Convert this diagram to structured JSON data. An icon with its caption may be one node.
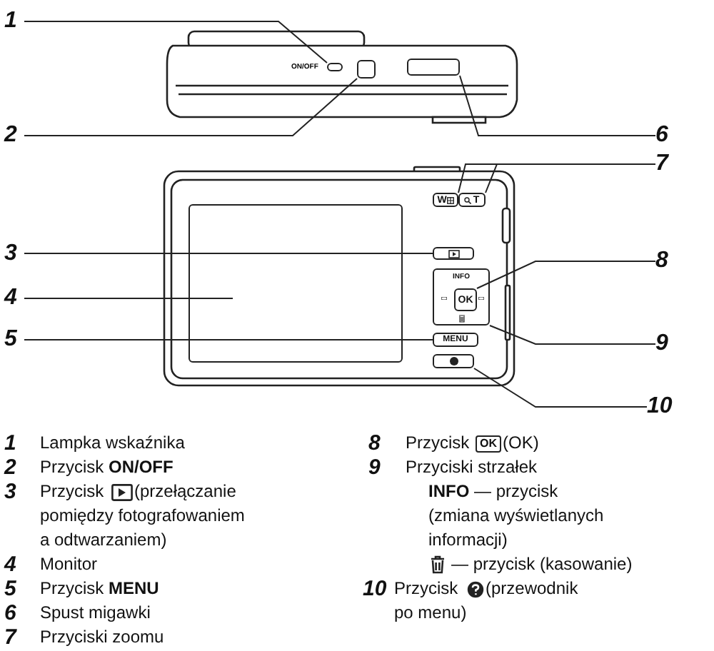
{
  "diagram": {
    "nodes": [
      {
        "text": [
          "1"
        ]
      },
      {
        "text": [
          "2"
        ]
      },
      {
        "text": [
          "6"
        ]
      },
      {
        "text": [],
        "shape": "box",
        "beside": [
          "ON/OFF"
        ]
      },
      {
        "text": [],
        "shape": "box"
      },
      {
        "text": [],
        "shape": "box"
      },
      {
        "text": [
          "7"
        ]
      },
      {
        "text": [
          "W"
        ]
      },
      {
        "text": [
          "T"
        ]
      },
      {
        "text": [
          "3"
        ]
      },
      {
        "text": [
          "8"
        ]
      },
      {
        "text": [
          "4"
        ]
      },
      {
        "text": [],
        "shape": "box"
      },
      {
        "text": [],
        "shape": "box"
      },
      {
        "text": [
          "INFO"
        ]
      },
      {
        "text": [
          "OK"
        ],
        "in": 14
      },
      {
        "text": [
          "5"
        ]
      },
      {
        "text": [
          "MENU"
        ]
      },
      {
        "text": [
          "9"
        ]
      },
      {
        "text": [],
        "shape": "box"
      },
      {
        "text": [
          "10"
        ]
      }
    ],
    "edges": [
      {
        "from": 0,
        "to": 3,
        "arrow": "none"
      },
      {
        "from": 1,
        "to": 4,
        "arrow": "none"
      },
      {
        "from": 2,
        "to": 5,
        "arrow": "none"
      },
      {
        "from": 6,
        "to": 7,
        "arrow": "none"
      },
      {
        "from": 6,
        "to": 8,
        "arrow": "none"
      },
      {
        "from": 9,
        "to": 13,
        "arrow": "none"
      },
      {
        "from": 10,
        "to": 15,
        "arrow": "none"
      },
      {
        "from": 11,
        "to": 12,
        "arrow": "none"
      },
      {
        "from": 18,
        "to": 14,
        "arrow": "none"
      },
      {
        "from": 16,
        "to": 17,
        "arrow": "none"
      },
      {
        "from": 20,
        "to": 19,
        "arrow": "none"
      }
    ],
    "labels": [
      "1",
      "Lampka wskaźnika",
      "2",
      "Przycisk **ON/OFF**",
      "3",
      "Przycisk",
      "(przełączanie pomiędzy fotografowaniem a odtwarzaniem)",
      "4",
      "Monitor",
      "5",
      "Przycisk **MENU**",
      "6",
      "Spust migawki",
      "7",
      "Przyciski zoomu",
      "8",
      "Przycisk",
      "OK",
      "(OK)",
      "9",
      "Przyciski strzałek",
      "**INFO** — przycisk (zmiana wyświetlanych informacji)",
      "— przycisk (kasowanie)",
      "10",
      "Przycisk",
      "(przewodnik po menu)"
    ]
  }
}
